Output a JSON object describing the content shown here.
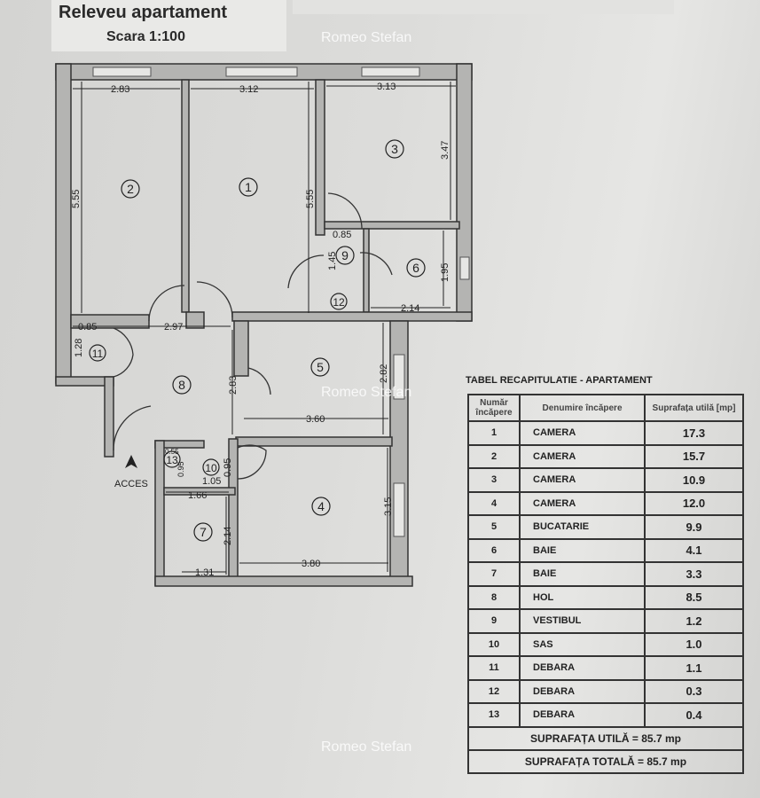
{
  "header": {
    "title": "Releveu apartament",
    "scale": "Scara 1:100"
  },
  "watermark": "Romeo Stefan",
  "plan": {
    "access_label": "ACCES",
    "room_numbers": [
      "1",
      "2",
      "3",
      "4",
      "5",
      "6",
      "7",
      "8",
      "9",
      "10",
      "11",
      "12",
      "13"
    ],
    "dimensions": [
      "2.83",
      "3.12",
      "3.13",
      "5.55",
      "5.55",
      "3.47",
      "0.85",
      "1.45",
      "1.95",
      "2.14",
      "0.85",
      "2.97",
      "1.28",
      "2.83",
      "2.82",
      "3.60",
      "0.95",
      "1.05",
      "0.95",
      "1.66",
      "3.15",
      "2.14",
      "1.31",
      "3.80",
      "0.55"
    ]
  },
  "table": {
    "title": "TABEL RECAPITULATIE - APARTAMENT",
    "headers": [
      "Număr încăpere",
      "Denumire încăpere",
      "Suprafața utilă [mp]"
    ],
    "rows": [
      [
        "1",
        "CAMERA",
        "17.3"
      ],
      [
        "2",
        "CAMERA",
        "15.7"
      ],
      [
        "3",
        "CAMERA",
        "10.9"
      ],
      [
        "4",
        "CAMERA",
        "12.0"
      ],
      [
        "5",
        "BUCATARIE",
        "9.9"
      ],
      [
        "6",
        "BAIE",
        "4.1"
      ],
      [
        "7",
        "BAIE",
        "3.3"
      ],
      [
        "8",
        "HOL",
        "8.5"
      ],
      [
        "9",
        "VESTIBUL",
        "1.2"
      ],
      [
        "10",
        "SAS",
        "1.0"
      ],
      [
        "11",
        "DEBARA",
        "1.1"
      ],
      [
        "12",
        "DEBARA",
        "0.3"
      ],
      [
        "13",
        "DEBARA",
        "0.4"
      ]
    ],
    "total_useful": "SUPRAFAȚA UTILĂ =  85.7 mp",
    "total_total": "SUPRAFAȚA TOTALĂ =  85.7  mp"
  }
}
